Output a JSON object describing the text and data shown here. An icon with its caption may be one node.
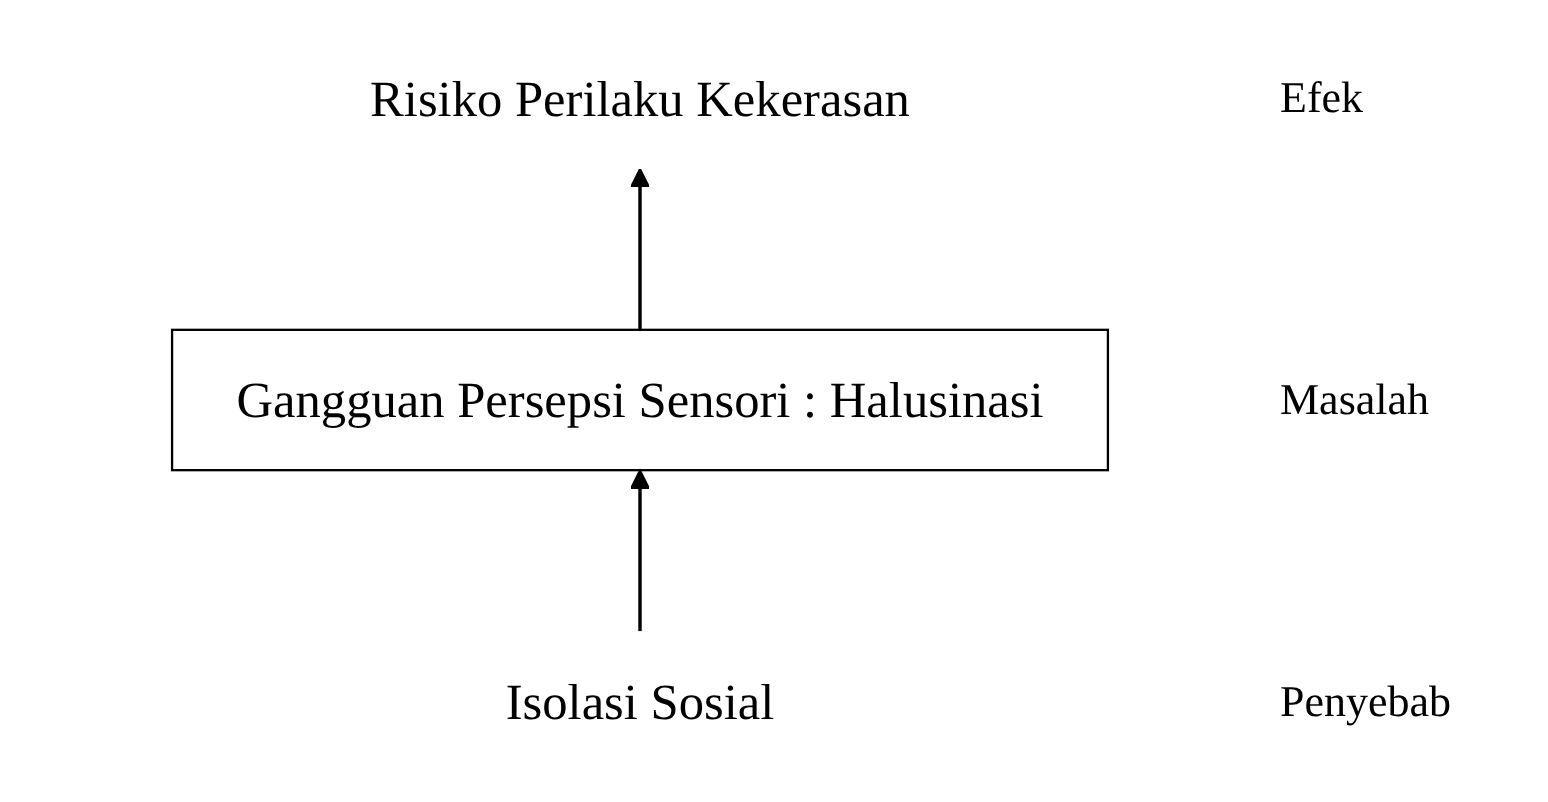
{
  "diagram": {
    "nodes": [
      {
        "text": [
          "Risiko Perilaku Kekerasan"
        ]
      },
      {
        "text": [
          "Gangguan Persepsi Sensori : Halusinasi"
        ]
      },
      {
        "text": [
          "Isolasi Sosial"
        ]
      }
    ],
    "edges": [
      {
        "from": 2,
        "to": 1,
        "arrow": "to"
      },
      {
        "from": 1,
        "to": 0,
        "arrow": "to"
      }
    ],
    "labels": [
      "Efek",
      "Masalah",
      "Penyebab"
    ]
  }
}
